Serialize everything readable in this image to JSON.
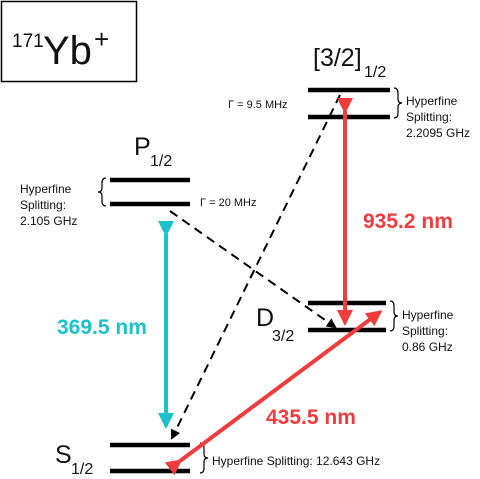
{
  "title": {
    "sup": "171",
    "main": "Yb",
    "charge": "+"
  },
  "levels": {
    "bracket": {
      "main": "[3/2]",
      "sub": "1/2",
      "gamma": "Γ = 9.5 MHz",
      "hf1": "Hyperfine",
      "hf2": "Splitting:",
      "hf3": "2.2095 GHz"
    },
    "p": {
      "main": "P",
      "sub": "1/2",
      "gamma": "Γ = 20 MHz",
      "hf1": "Hyperfine",
      "hf2": "Splitting:",
      "hf3": "2.105 GHz"
    },
    "d": {
      "main": "D",
      "sub": "3/2",
      "hf1": "Hyperfine",
      "hf2": "Splitting:",
      "hf3": "0.86 GHz"
    },
    "s": {
      "main": "S",
      "sub": "1/2",
      "hf": "Hyperfine Splitting: 12.643 GHz"
    }
  },
  "transitions": {
    "blue": {
      "label": "369.5 nm",
      "color": "#19c3c9"
    },
    "red_ir": {
      "label": "935.2 nm",
      "color": "#f03c3c"
    },
    "red_vis": {
      "label": "435.5 nm",
      "color": "#f03c3c"
    }
  }
}
